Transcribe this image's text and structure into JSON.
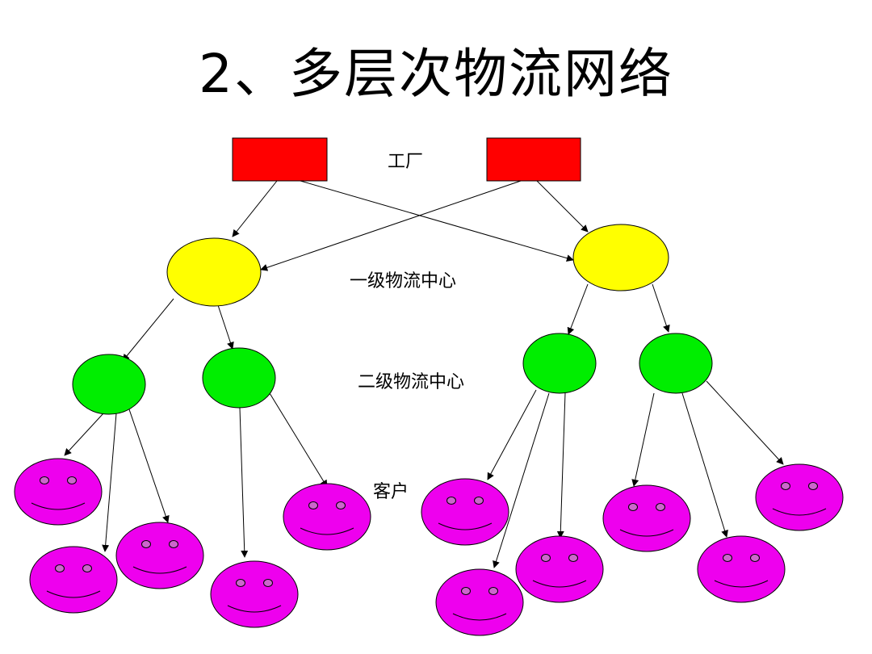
{
  "title": "2、多层次物流网络",
  "labels": {
    "factory": "工厂",
    "level1": "一级物流中心",
    "level2": "二级物流中心",
    "customer": "客户"
  },
  "colors": {
    "factory": "#ff0000",
    "level1": "#ffff00",
    "level2": "#00ee00",
    "customer": "#ee00ee"
  },
  "icons": {
    "customer": "smiley-face-icon"
  }
}
